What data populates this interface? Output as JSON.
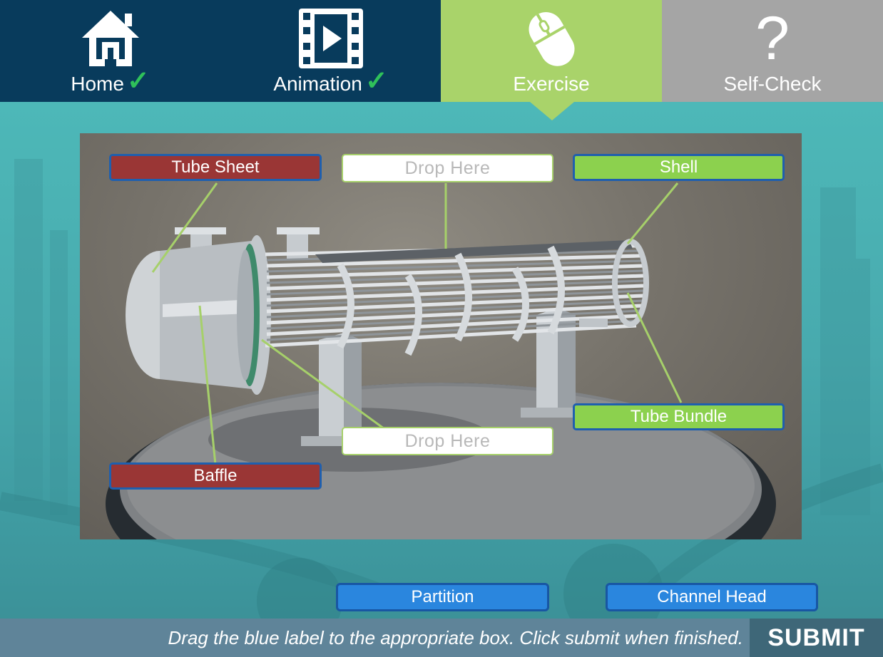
{
  "nav": {
    "home": {
      "label": "Home",
      "completed": true
    },
    "animation": {
      "label": "Animation",
      "completed": true
    },
    "exercise": {
      "label": "Exercise",
      "active": true
    },
    "self_check": {
      "label": "Self-Check"
    }
  },
  "diagram": {
    "placed_labels": {
      "tube_sheet": "Tube Sheet",
      "shell": "Shell",
      "tube_bundle": "Tube Bundle",
      "baffle": "Baffle"
    },
    "drop_zones": {
      "top": "Drop Here",
      "bottom": "Drop Here"
    }
  },
  "draggable_labels": {
    "partition": "Partition",
    "channel_head": "Channel Head"
  },
  "footer": {
    "instruction": "Drag the blue label to the appropriate box. Click submit when finished.",
    "submit_label": "SUBMIT"
  },
  "colors": {
    "nav_dark": "#083b5c",
    "nav_active": "#a9d36a",
    "nav_locked": "#a5a5a5",
    "incorrect": "#9a3635",
    "correct": "#8cd14e",
    "draggable": "#2a86de",
    "check": "#2fc15a"
  }
}
